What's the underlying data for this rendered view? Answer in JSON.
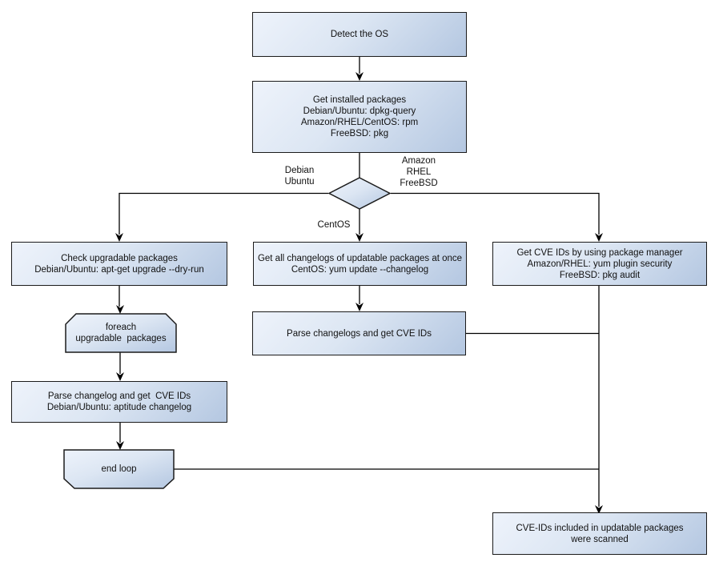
{
  "diagram": {
    "type": "flowchart",
    "background_color": "#ffffff",
    "node_gradient_start": "#eef3fb",
    "node_gradient_end": "#b4c7e1",
    "node_border_color": "#1b1b1b",
    "connector_color": "#000000",
    "text_color": "#111111",
    "nodes": {
      "detect_os": "Detect the OS",
      "get_installed_packages": "Get installed packages\nDebian/Ubuntu: dpkg-query\nAmazon/RHEL/CentOS: rpm\nFreeBSD: pkg",
      "check_upgradable_packages": "Check upgradable packages\nDebian/Ubuntu: apt-get upgrade --dry-run",
      "foreach_loop_start": "foreach\nupgradable  packages",
      "parse_changelog_debian": "Parse changelog and get  CVE IDs\nDebian/Ubuntu: aptitude changelog",
      "end_loop": "end loop",
      "get_all_changelogs": "Get all changelogs of updatable packages at once\nCentOS: yum update --changelog",
      "parse_changelogs": "Parse changelogs and get CVE IDs",
      "get_cve_ids_pkg_manager": "Get CVE IDs by using package manager\nAmazon/RHEL: yum plugin security\nFreeBSD: pkg audit",
      "result_scanned": "CVE-IDs included in updatable packages\nwere scanned"
    },
    "edge_labels": {
      "left_branch": "Debian\nUbuntu",
      "right_branch": "Amazon\nRHEL\nFreeBSD",
      "bottom_branch": "CentOS"
    }
  }
}
